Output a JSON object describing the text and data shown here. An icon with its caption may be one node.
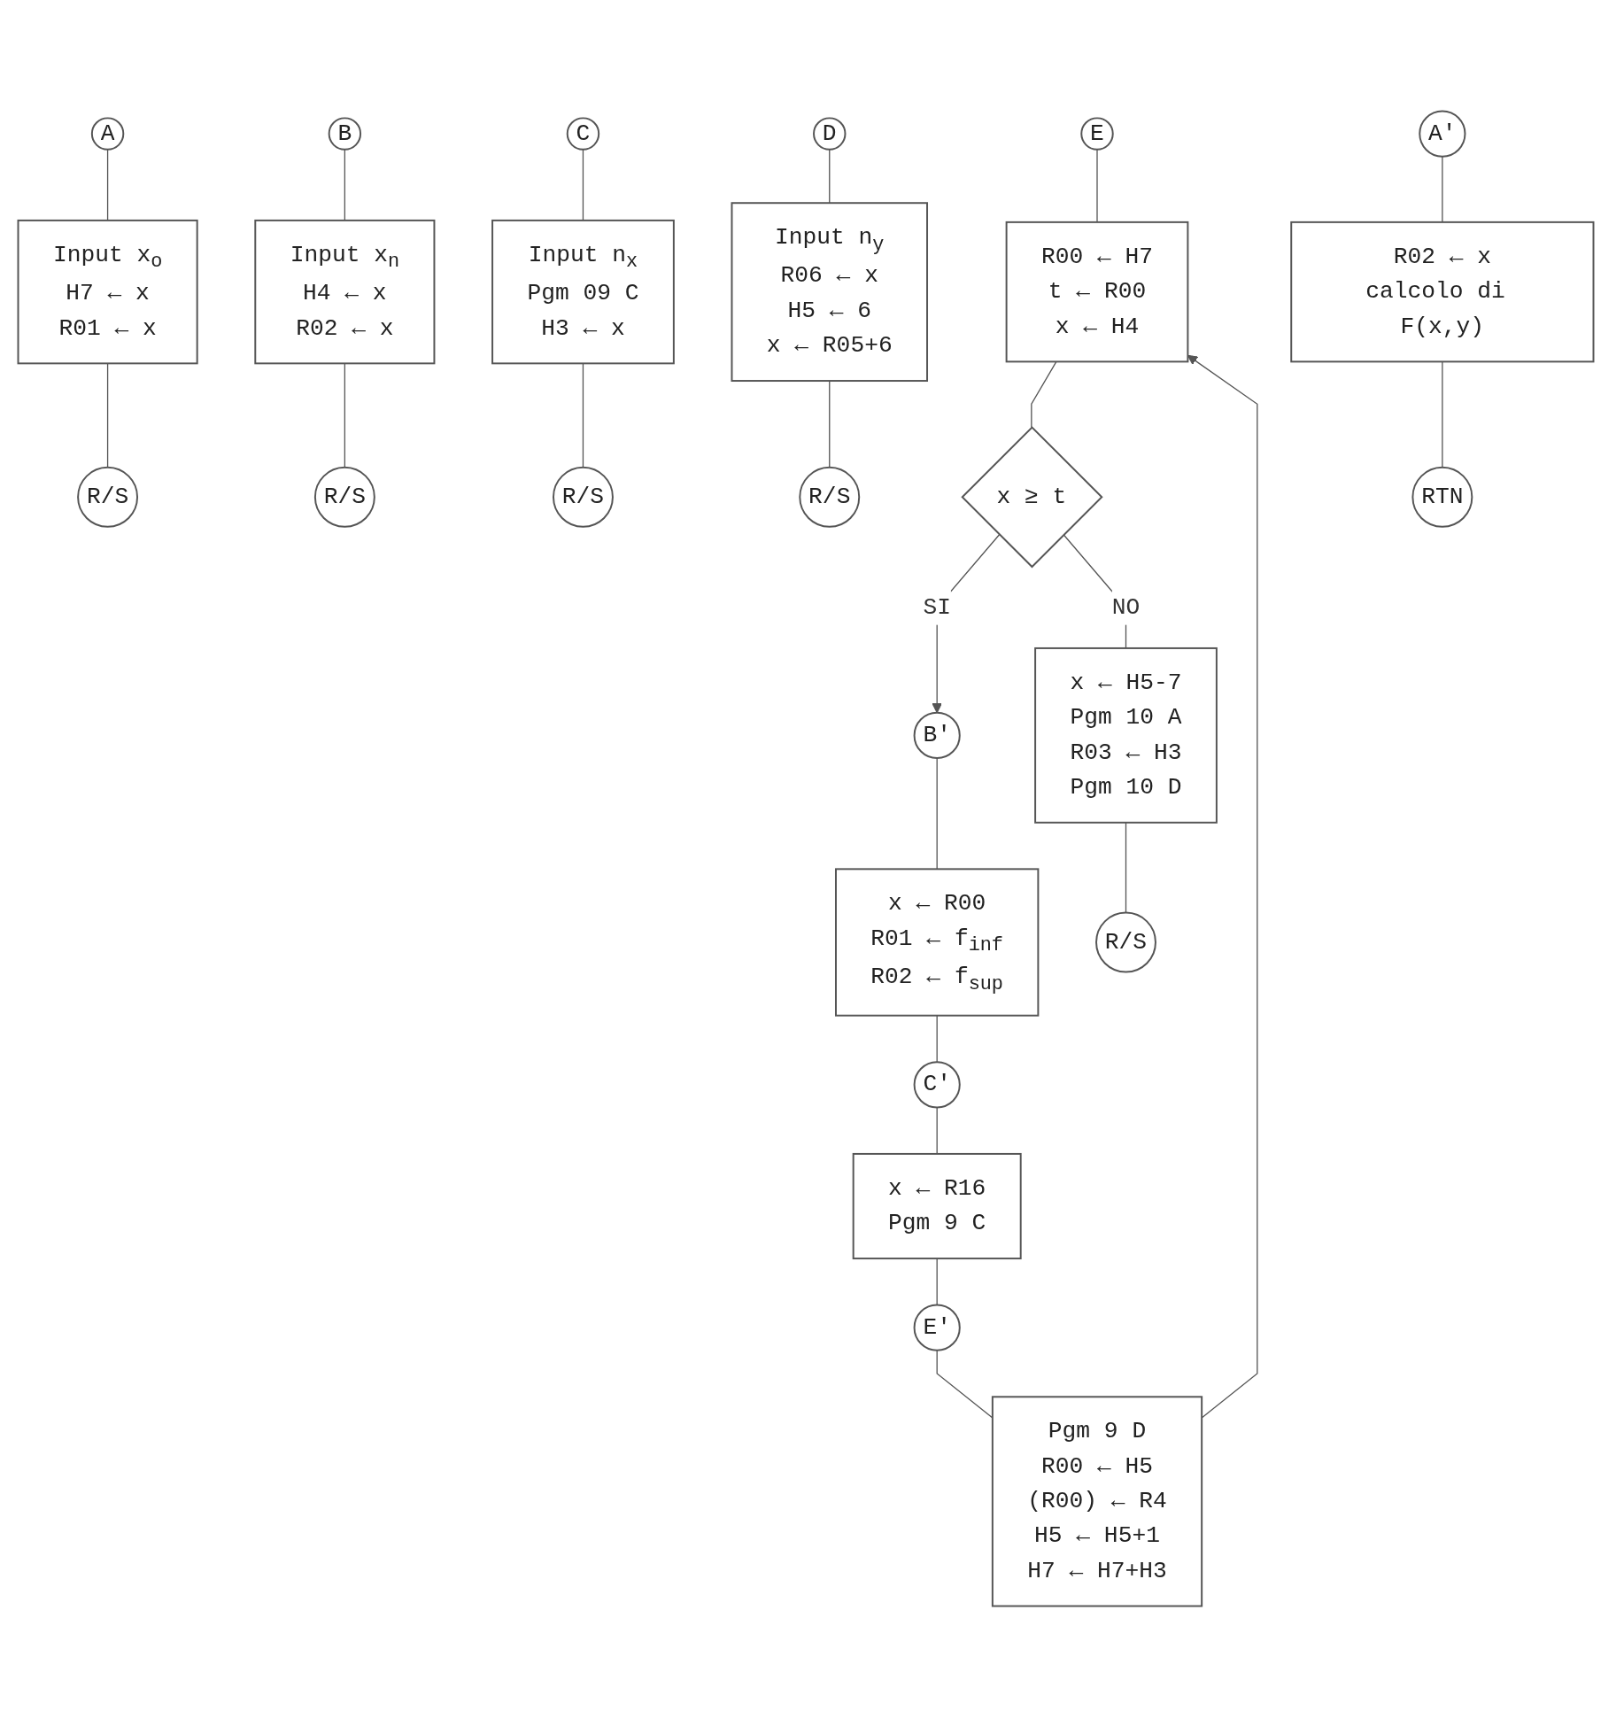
{
  "diagram": {
    "nodes": [
      {
        "text": [
          "A"
        ]
      },
      {
        "text": [
          "Input x$_{o}$",
          "H7 ← x",
          "R01 ← x"
        ]
      },
      {
        "text": [
          "R/S"
        ]
      },
      {
        "text": [
          "B"
        ]
      },
      {
        "text": [
          "Input x$_{n}$",
          "H4 ← x",
          "R02 ← x"
        ]
      },
      {
        "text": [
          "R/S"
        ]
      },
      {
        "text": [
          "C"
        ]
      },
      {
        "text": [
          "Input n$_{x}$",
          "Pgm 09 C",
          "H3 ← x"
        ]
      },
      {
        "text": [
          "R/S"
        ]
      },
      {
        "text": [
          "D"
        ]
      },
      {
        "text": [
          "Input n$_{y}$",
          "R06 ← x",
          "H5 ← 6",
          "x ← R05+6"
        ]
      },
      {
        "text": [
          "R/S"
        ]
      },
      {
        "text": [
          "E"
        ]
      },
      {
        "text": [
          "R00 ← H7",
          "t ← R00",
          "x ← H4"
        ]
      },
      {
        "text": [
          "x ≥ t"
        ]
      },
      {
        "text": [
          "x ← H5-7",
          "Pgm 10 A",
          "R03 ← H3",
          "Pgm 10 D"
        ]
      },
      {
        "text": [
          "R/S"
        ]
      },
      {
        "text": [
          "A'"
        ]
      },
      {
        "text": [
          "R02 ← x",
          "calcolo di F(x,y)"
        ]
      },
      {
        "text": [
          "RTN"
        ]
      },
      {
        "text": [
          "B'"
        ]
      },
      {
        "text": [
          "x ← R00",
          "R01 ← f$_{inf}$",
          "R02 ← f$_{sup}$"
        ]
      },
      {
        "text": [
          "C'"
        ]
      },
      {
        "text": [
          "x ← R16",
          "Pgm 9 C"
        ]
      },
      {
        "text": [
          "E'"
        ]
      },
      {
        "text": [
          "Pgm 9 D",
          "R00 ← H5",
          "(R00) ← R4",
          "H5 ← H5+1",
          "H7 ← H7+H3"
        ]
      }
    ],
    "edges": [
      {
        "from": 0,
        "to": 1,
        "arrow": "none"
      },
      {
        "from": 1,
        "to": 2,
        "arrow": "none"
      },
      {
        "from": 3,
        "to": 4,
        "arrow": "none"
      },
      {
        "from": 4,
        "to": 5,
        "arrow": "none"
      },
      {
        "from": 6,
        "to": 7,
        "arrow": "none"
      },
      {
        "from": 7,
        "to": 8,
        "arrow": "none"
      },
      {
        "from": 9,
        "to": 10,
        "arrow": "none"
      },
      {
        "from": 10,
        "to": 11,
        "arrow": "none"
      },
      {
        "from": 12,
        "to": 13,
        "arrow": "none"
      },
      {
        "from": 13,
        "to": 14,
        "arrow": "none"
      },
      {
        "from": 14,
        "to": 20,
        "label": "SI",
        "arrow": "to"
      },
      {
        "from": 14,
        "to": 15,
        "label": "NO",
        "arrow": "none"
      },
      {
        "from": 15,
        "to": 16,
        "arrow": "none"
      },
      {
        "from": 17,
        "to": 18,
        "arrow": "none"
      },
      {
        "from": 18,
        "to": 19,
        "arrow": "none"
      },
      {
        "from": 20,
        "to": 21,
        "arrow": "none"
      },
      {
        "from": 21,
        "to": 22,
        "arrow": "none"
      },
      {
        "from": 22,
        "to": 23,
        "arrow": "none"
      },
      {
        "from": 23,
        "to": 24,
        "arrow": "none"
      },
      {
        "from": 24,
        "to": 25,
        "arrow": "none"
      },
      {
        "from": 25,
        "to": 13,
        "arrow": "to"
      }
    ]
  }
}
